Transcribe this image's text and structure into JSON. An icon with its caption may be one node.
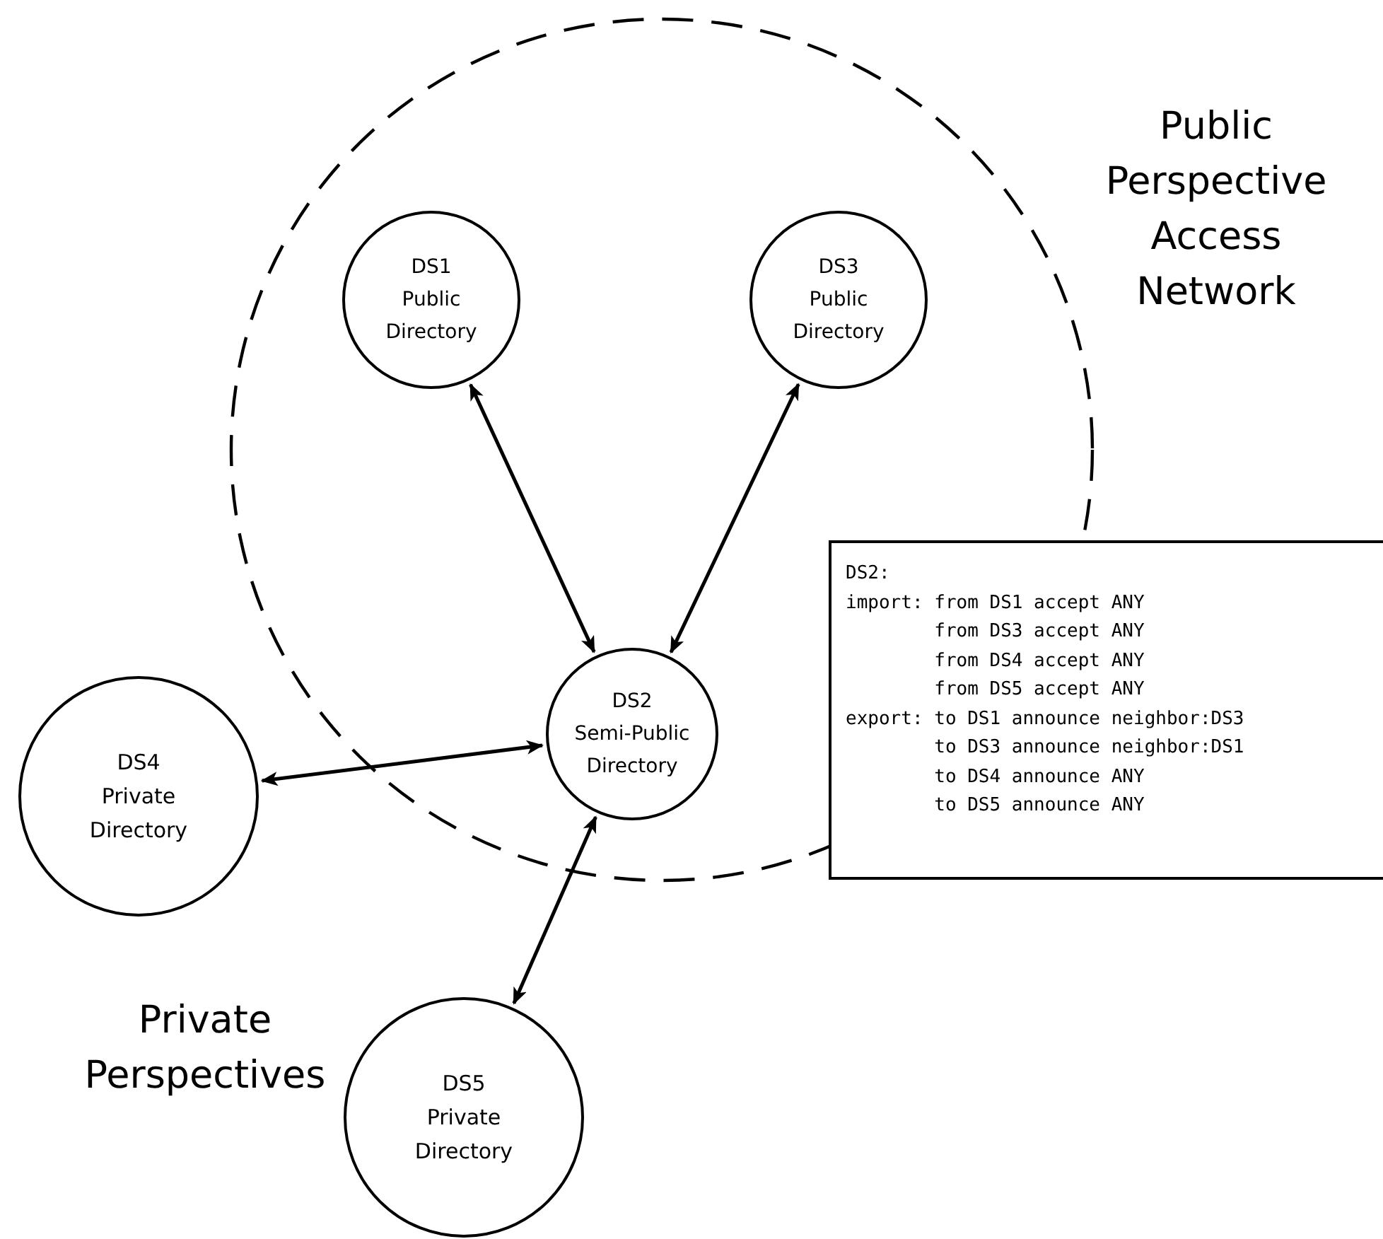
{
  "diagram": {
    "nodes": [
      {
        "text": [
          "Public Perspective Access Network"
        ]
      },
      {
        "text": [
          "DS1 Public Directory"
        ],
        "in": 0
      },
      {
        "text": [
          "DS3 Public Directory"
        ],
        "in": 0
      },
      {
        "text": [
          "DS2 Semi-Public Directory"
        ],
        "in": 0
      },
      {
        "text": [
          "DS4 Private Directory"
        ]
      },
      {
        "text": [
          "DS5 Private Directory"
        ]
      },
      {
        "text": [
          "DS2:",
          "import: from DS1 accept ANY",
          "        from DS3 accept ANY",
          "        from DS4 accept ANY",
          "        from DS5 accept ANY",
          "export: to DS1 announce neighbor:DS3",
          "        to DS3 announce neighbor:DS1",
          "        to DS4 announce ANY",
          "        to DS5 announce ANY"
        ]
      }
    ],
    "edges": [
      {
        "from": 1,
        "to": 3,
        "arrow": "both"
      },
      {
        "from": 2,
        "to": 3,
        "arrow": "both"
      },
      {
        "from": 4,
        "to": 3,
        "arrow": "both"
      },
      {
        "from": 5,
        "to": 3,
        "arrow": "both"
      }
    ],
    "labels": [
      "Private Perspectives"
    ]
  }
}
